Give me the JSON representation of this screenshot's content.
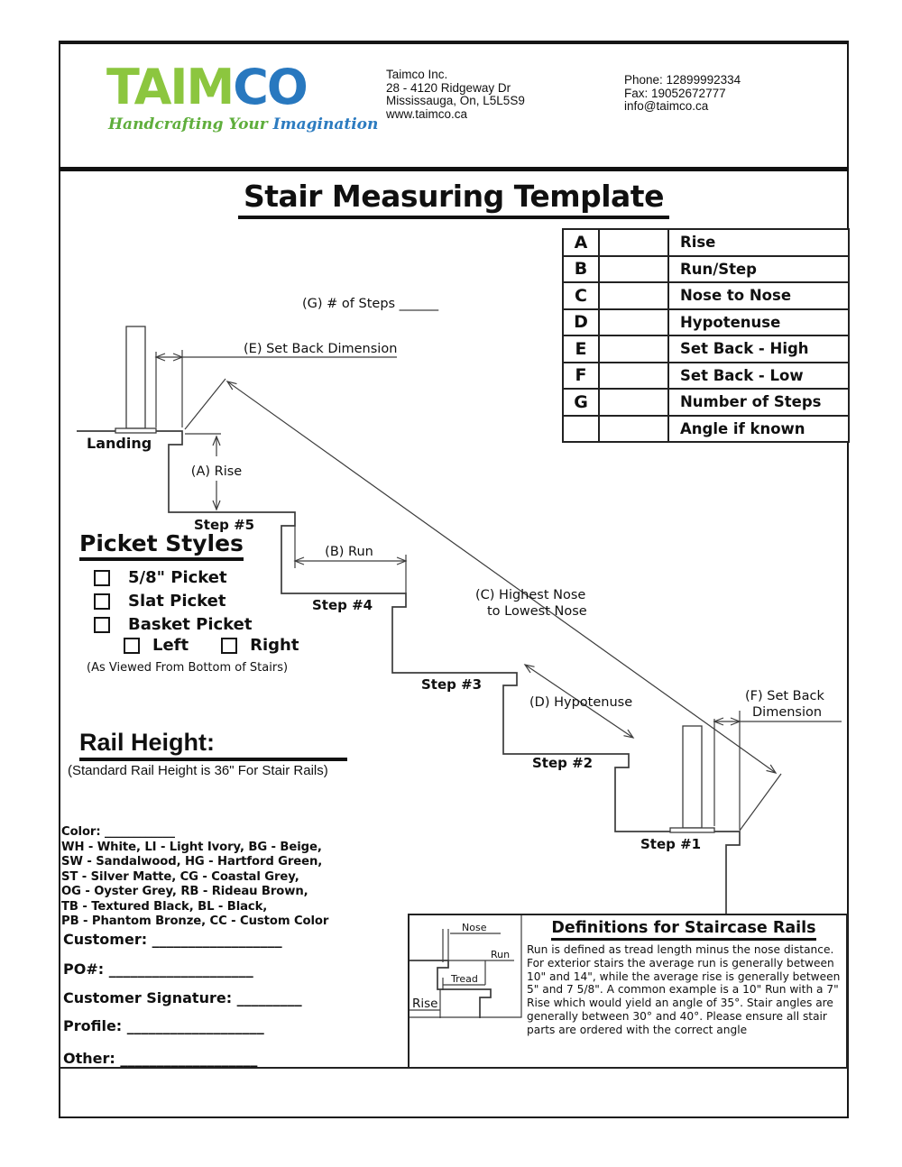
{
  "header": {
    "logo_text_green": "TAIM",
    "logo_text_blue": "CO",
    "tagline_green": "Handcrafting Your",
    "tagline_blue": "Imagination",
    "brand_green": "#8cc63f",
    "brand_blue": "#2878bf",
    "address_lines": [
      "Taimco Inc.",
      "28 - 4120 Ridgeway Dr",
      "Mississauga, On, L5L5S9",
      "www.taimco.ca"
    ],
    "contact_lines": [
      "Phone: 12899992334",
      "Fax: 19052672777",
      "info@taimco.ca"
    ]
  },
  "title": "Stair Measuring Template",
  "measurement_table": {
    "rows": [
      {
        "letter": "A",
        "value": "",
        "label": "Rise"
      },
      {
        "letter": "B",
        "value": "",
        "label": "Run/Step"
      },
      {
        "letter": "C",
        "value": "",
        "label": "Nose to Nose"
      },
      {
        "letter": "D",
        "value": "",
        "label": "Hypotenuse"
      },
      {
        "letter": "E",
        "value": "",
        "label": "Set Back - High"
      },
      {
        "letter": "F",
        "value": "",
        "label": "Set Back - Low"
      },
      {
        "letter": "G",
        "value": "",
        "label": "Number of Steps"
      },
      {
        "letter": "",
        "value": "",
        "label": "Angle if known"
      }
    ]
  },
  "diagram": {
    "g_label": "(G) # of Steps ______",
    "e_label": "(E) Set Back Dimension",
    "landing_label": "Landing",
    "a_label": "(A) Rise",
    "b_label": "(B) Run",
    "c_label_line1": "(C) Highest Nose",
    "c_label_line2": "to Lowest Nose",
    "d_label": "(D) Hypotenuse",
    "f_label_line1": "(F) Set Back",
    "f_label_line2": "Dimension",
    "step_labels": [
      "Step #5",
      "Step #4",
      "Step #3",
      "Step #2",
      "Step #1"
    ]
  },
  "picket_styles": {
    "heading": "Picket Styles",
    "options": [
      "5/8\" Picket",
      "Slat Picket",
      "Basket Picket"
    ],
    "side_options": [
      "Left",
      "Right"
    ],
    "note": "(As Viewed From Bottom of Stairs)"
  },
  "rail_height": {
    "heading": "Rail Height:",
    "note": "(Standard Rail Height is 36\" For Stair Rails)"
  },
  "color_section": {
    "label": "Color: ____________",
    "lines": [
      "WH - White, LI - Light Ivory, BG - Beige,",
      "SW - Sandalwood, HG - Hartford Green,",
      "ST - Silver Matte, CG - Coastal Grey,",
      "OG - Oyster Grey, RB - Rideau Brown,",
      "TB - Textured Black, BL - Black,",
      "PB - Phantom Bronze, CC - Custom Color"
    ]
  },
  "form_fields": {
    "customer": "Customer: __________________",
    "po": "PO#: ____________________",
    "signature": "Customer Signature: _________",
    "profile": "Profile: ___________________",
    "other": "Other: ___________________"
  },
  "definitions": {
    "title": "Definitions for Staircase Rails",
    "body": "Run is defined as tread length minus the nose distance. For exterior stairs the average run is generally between 10\" and 14\", while the average rise is generally between 5\" and 7 5/8\".  A common example is a 10\" Run with a 7\" Rise which would yield an angle of 35°.  Stair angles are generally between 30° and 40°.  Please ensure all stair parts are ordered with the correct angle",
    "mini": {
      "nose": "Nose",
      "run": "Run",
      "tread": "Tread",
      "rise": "Rise"
    }
  }
}
